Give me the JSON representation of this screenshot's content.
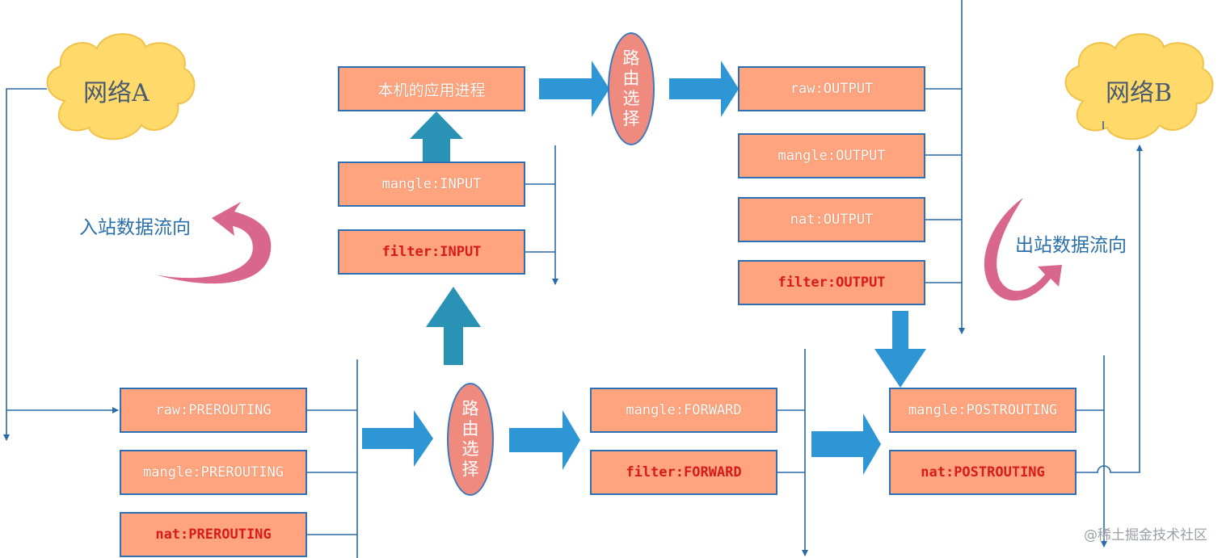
{
  "network_a": "网络A",
  "network_b": "网络B",
  "inbound_label": "入站数据流向",
  "outbound_label": "出站数据流向",
  "routing_chars": [
    "路",
    "由",
    "选",
    "择"
  ],
  "app_process": "本机的应用进程",
  "chains": {
    "raw_output": {
      "table": "raw",
      "chain": "OUTPUT"
    },
    "mangle_output": {
      "table": "mangle",
      "chain": "OUTPUT"
    },
    "nat_output": {
      "table": "nat",
      "chain": "OUTPUT"
    },
    "filter_output": {
      "table": "filter",
      "chain": "OUTPUT"
    },
    "mangle_input": {
      "table": "mangle",
      "chain": "INPUT"
    },
    "filter_input": {
      "table": "filter",
      "chain": "INPUT"
    },
    "raw_prerouting": {
      "table": "raw",
      "chain": "PREROUTING"
    },
    "mangle_prerouting": {
      "table": "mangle",
      "chain": "PREROUTING"
    },
    "nat_prerouting": {
      "table": "nat",
      "chain": "PREROUTING"
    },
    "mangle_forward": {
      "table": "mangle",
      "chain": "FORWARD"
    },
    "filter_forward": {
      "table": "filter",
      "chain": "FORWARD"
    },
    "mangle_postrouting": {
      "table": "mangle",
      "chain": "POSTROUTING"
    },
    "nat_postrouting": {
      "table": "nat",
      "chain": "POSTROUTING"
    }
  },
  "sep": ":",
  "watermark": "@稀土掘金技术社区",
  "colors": {
    "box_fill": "#ffa47e",
    "box_border": "#2f6fb3",
    "big_arrow_blue": "#2e96d4",
    "big_arrow_teal": "#2a93b5",
    "oval_fill": "#ef8a7e",
    "line": "#2a6aa8",
    "cloud": "#ffd96a",
    "curve_arrow": "#d9668d",
    "filter_text": "#d81b1b"
  }
}
